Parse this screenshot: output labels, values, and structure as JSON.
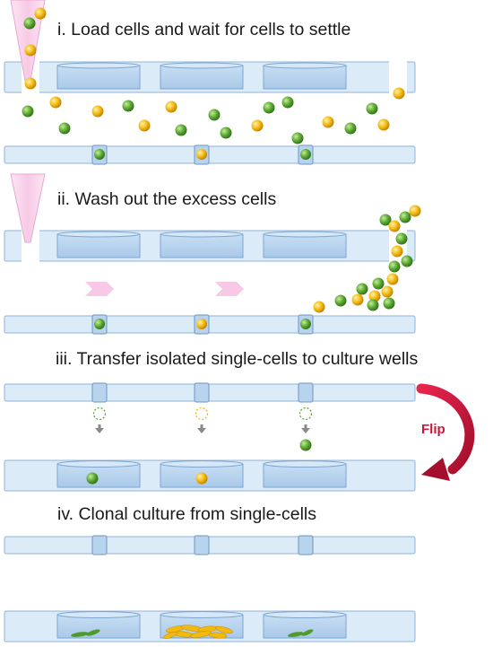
{
  "steps": [
    {
      "title": "i. Load cells and wait for cells to settle"
    },
    {
      "title": "ii. Wash out the excess cells"
    },
    {
      "title": "iii. Transfer isolated single-cells to culture wells"
    },
    {
      "title": "iv. Clonal culture from single-cells"
    }
  ],
  "flip_label": "Flip",
  "colors": {
    "channel_fill": "#dcebf8",
    "channel_stroke": "#8fb3d6",
    "well_fill": "#b7d3ee",
    "green_cell": "#5aa832",
    "yellow_cell": "#f2b90f",
    "pipette": "#f7c9e6",
    "flow_arrow": "#f7c9e6",
    "flip_arrow": "#c8173a",
    "small_arrow": "#8a8a8a"
  }
}
